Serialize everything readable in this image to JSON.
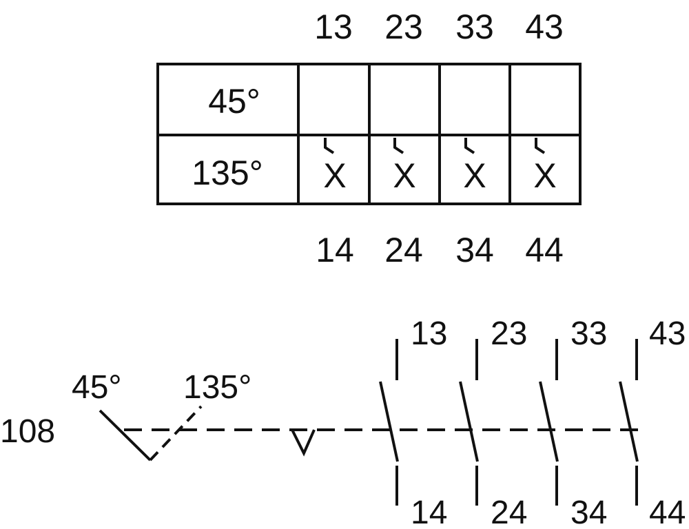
{
  "table": {
    "top_terminals": [
      "13",
      "23",
      "33",
      "43"
    ],
    "bottom_terminals": [
      "14",
      "24",
      "34",
      "44"
    ],
    "rows": [
      {
        "angle": "45°",
        "marks": [
          "",
          "",
          "",
          ""
        ]
      },
      {
        "angle": "135°",
        "marks": [
          "X",
          "X",
          "X",
          "X"
        ]
      }
    ]
  },
  "schematic": {
    "device_id": "108",
    "position_left": "45°",
    "position_right": "135°",
    "contacts": [
      {
        "top": "13",
        "bottom": "14"
      },
      {
        "top": "23",
        "bottom": "24"
      },
      {
        "top": "33",
        "bottom": "34"
      },
      {
        "top": "43",
        "bottom": "44"
      }
    ]
  }
}
